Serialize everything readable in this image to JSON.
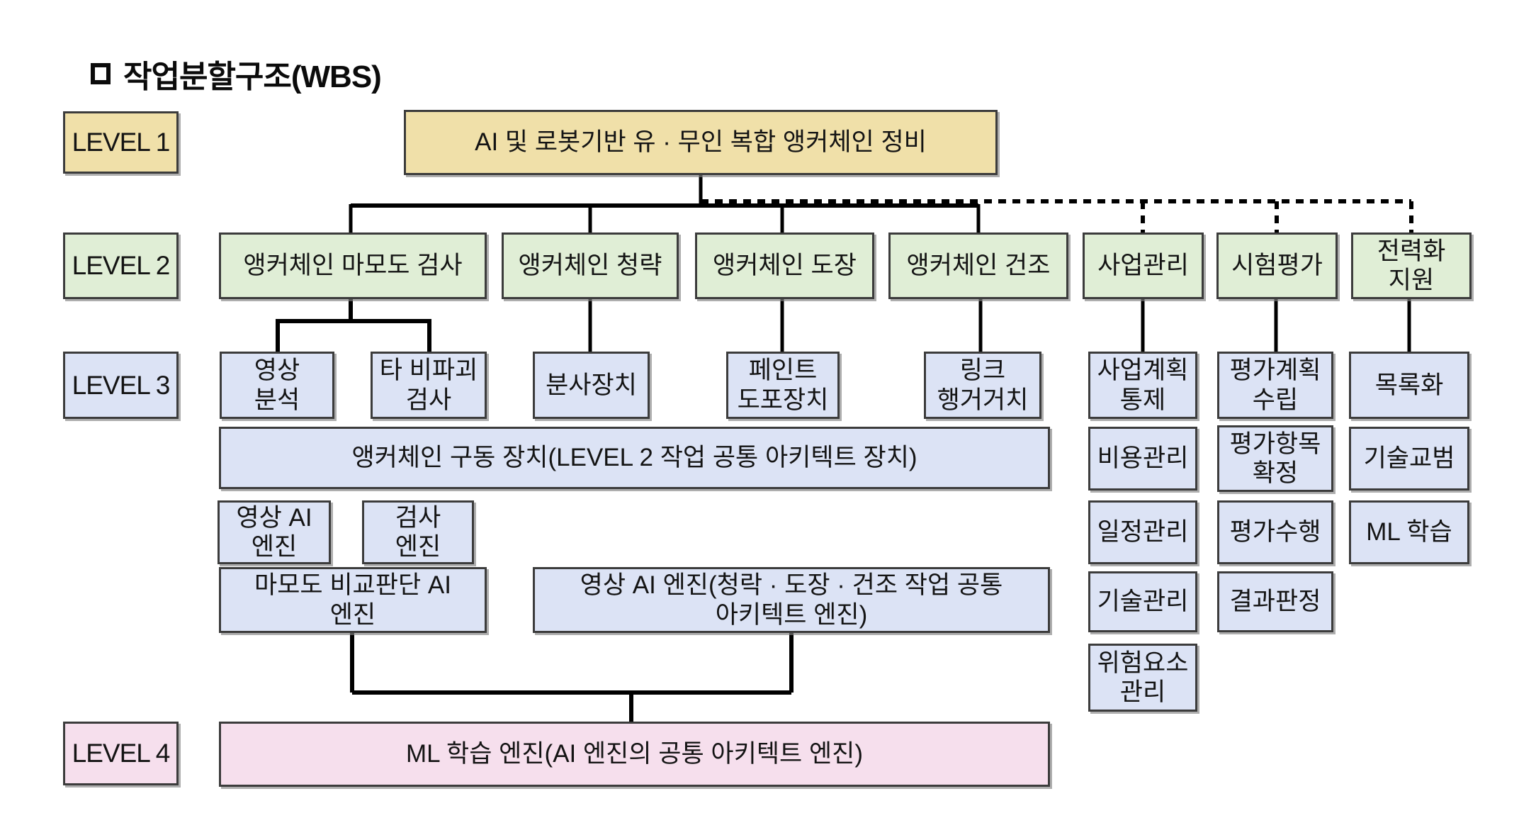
{
  "title": {
    "text": "작업분할구조(WBS)"
  },
  "level_labels": [
    "LEVEL 1",
    "LEVEL 2",
    "LEVEL 3",
    "LEVEL 4"
  ],
  "colors": {
    "level1": "#f0e0a9",
    "level2": "#e0eed6",
    "level3": "#dce3f5",
    "level4": "#f6dfed",
    "border": "#3c3c3c",
    "line": "#000000"
  },
  "nodes": {
    "root": "AI 및 로봇기반 유 · 무인 복합 앵커체인 정비",
    "wear_inspection": "앵커체인 마모도 검사",
    "cleaning": "앵커체인 청략",
    "painting": "앵커체인 도장",
    "drying": "앵커체인 건조",
    "biz_mgmt": "사업관리",
    "test_eval": "시험평가",
    "force_support": "전력화\n지원",
    "image_analysis": "영상\n분석",
    "other_ndt": "타 비파괴\n검사",
    "spray_device": "분사장치",
    "paint_device": "페인트\n도포장치",
    "link_hanger": "링크\n행거거치",
    "plan_control": "사업계획\n통제",
    "eval_plan": "평가계획\n수립",
    "cataloging": "목록화",
    "drive_device": "앵커체인 구동 장치(LEVEL 2 작업 공통 아키텍트 장치)",
    "video_ai_engine": "영상 AI\n엔진",
    "inspect_engine": "검사\n엔진",
    "cost_mgmt": "비용관리",
    "eval_items": "평가항목\n확정",
    "tech_manual": "기술교범",
    "schedule_mgmt": "일정관리",
    "eval_exec": "평가수행",
    "ml_learning": "ML 학습",
    "wear_ai_engine": "마모도 비교판단 AI\n엔진",
    "common_ai_engine": "영상 AI 엔진(청락 · 도장 · 건조 작업 공통\n아키텍트 엔진)",
    "tech_mgmt": "기술관리",
    "result_judge": "결과판정",
    "risk_mgmt": "위험요소\n관리",
    "ml_engine": "ML 학습 엔진(AI 엔진의 공통 아키텍트 엔진)"
  }
}
